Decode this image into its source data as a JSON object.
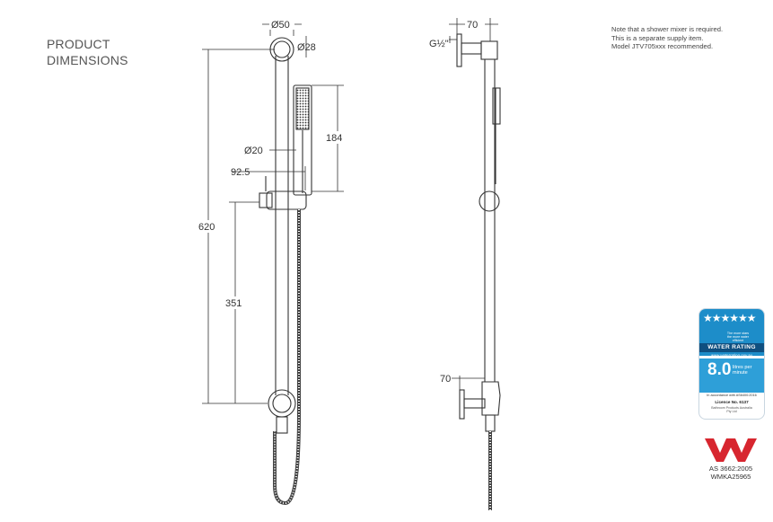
{
  "heading": {
    "line1": "PRODUCT",
    "line2": "DIMENSIONS"
  },
  "note": {
    "line1": "Note that a shower mixer is required.",
    "line2": "This is a separate supply item.",
    "line3": "Model JTV705xxx recommended."
  },
  "dimensions": {
    "rail_mount_diameter": "Ø50",
    "rail_diameter": "Ø28",
    "handpiece_length": "184",
    "handle_diameter": "Ø20",
    "bracket_offset": "92.5",
    "overall_height": "620",
    "lower_height": "351",
    "side_depth_top": "70",
    "inlet_thread": "G½\"",
    "side_depth_bottom": "70"
  },
  "water_rating": {
    "stars": "★★★★★★",
    "tagline": "The more stars the more water efficient",
    "label": "WATER RATING",
    "url": "www.waterrating.gov.au",
    "rate": "8.0",
    "unit_line1": "litres per",
    "unit_line2": "minute",
    "accordance": "In accordance with AS6400:2016",
    "licence": "Licence No. 6137",
    "holder_line1": "Bathroom Products Australia",
    "holder_line2": "Pty Ltd"
  },
  "watermark": {
    "standard": "AS 3662:2005",
    "licence": "WMKA25965"
  },
  "colors": {
    "line": "#333333",
    "water_blue": "#1d8dc9",
    "watermark_red": "#d7262f"
  },
  "icons": {
    "water_rating": "water-rating-label-icon",
    "watermark": "watermark-w-icon"
  }
}
